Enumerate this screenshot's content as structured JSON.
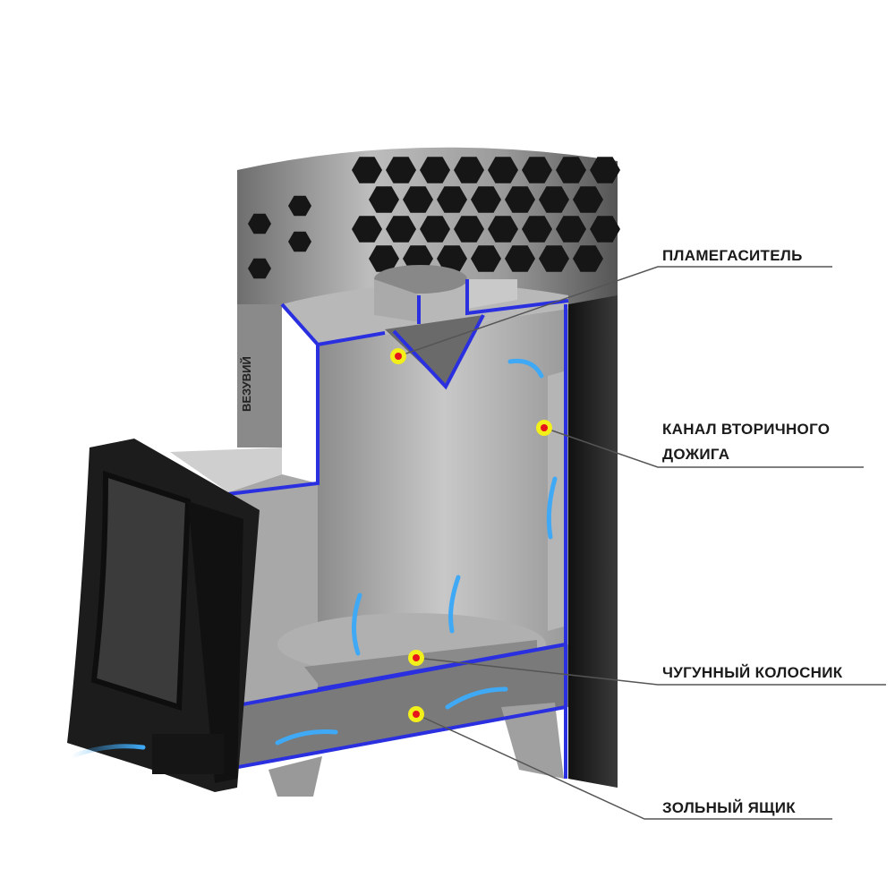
{
  "logo": "ВЕЗУВИЙ",
  "labels": {
    "flame_arrester": "ПЛАМЕГАСИТЕЛЬ",
    "secondary_channel_line1": "КАНАЛ ВТОРИЧНОГО",
    "secondary_channel_line2": "ДОЖИГА",
    "cast_iron_grate": "ЧУГУННЫЙ КОЛОСНИК",
    "ash_box": "ЗОЛЬНЫЙ ЯЩИК"
  },
  "colors": {
    "section_outline": "#2a2fe0",
    "marker_outer": "#f2ef1a",
    "marker_inner": "#e8141c",
    "airflow": "#3fa9f5"
  }
}
